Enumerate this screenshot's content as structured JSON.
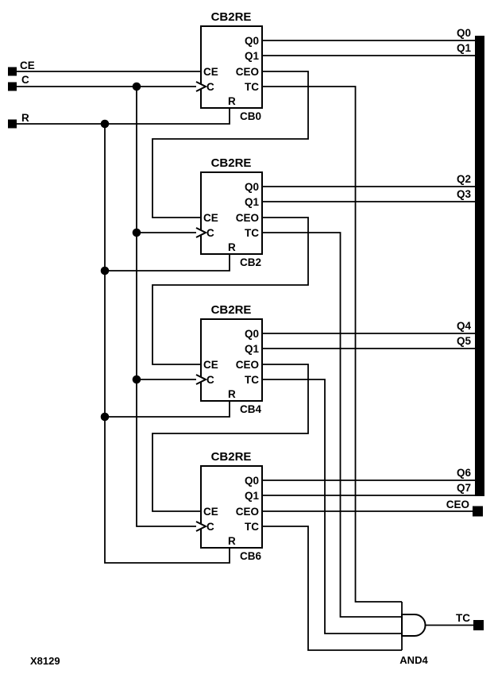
{
  "figure": {
    "id": "X8129",
    "colors": {
      "wire": "#000000",
      "bus": "#000000",
      "background": "#ffffff"
    },
    "input_ports": [
      {
        "name": "CE"
      },
      {
        "name": "C"
      },
      {
        "name": "R"
      }
    ],
    "bus_outputs": [
      "Q0",
      "Q1",
      "Q2",
      "Q3",
      "Q4",
      "Q5",
      "Q6",
      "Q7"
    ],
    "output_ports": [
      {
        "name": "CEO"
      },
      {
        "name": "TC"
      }
    ],
    "blocks": [
      {
        "type": "CB2RE",
        "instance": "CB0",
        "pins": {
          "ce": "CE",
          "c": "C",
          "r": "R",
          "q0": "Q0",
          "q1": "Q1",
          "ceo": "CEO",
          "tc": "TC"
        }
      },
      {
        "type": "CB2RE",
        "instance": "CB2",
        "pins": {
          "ce": "CE",
          "c": "C",
          "r": "R",
          "q0": "Q0",
          "q1": "Q1",
          "ceo": "CEO",
          "tc": "TC"
        }
      },
      {
        "type": "CB2RE",
        "instance": "CB4",
        "pins": {
          "ce": "CE",
          "c": "C",
          "r": "R",
          "q0": "Q0",
          "q1": "Q1",
          "ceo": "CEO",
          "tc": "TC"
        }
      },
      {
        "type": "CB2RE",
        "instance": "CB6",
        "pins": {
          "ce": "CE",
          "c": "C",
          "r": "R",
          "q0": "Q0",
          "q1": "Q1",
          "ceo": "CEO",
          "tc": "TC"
        }
      }
    ],
    "gate": {
      "type": "AND4",
      "label": "AND4"
    }
  }
}
